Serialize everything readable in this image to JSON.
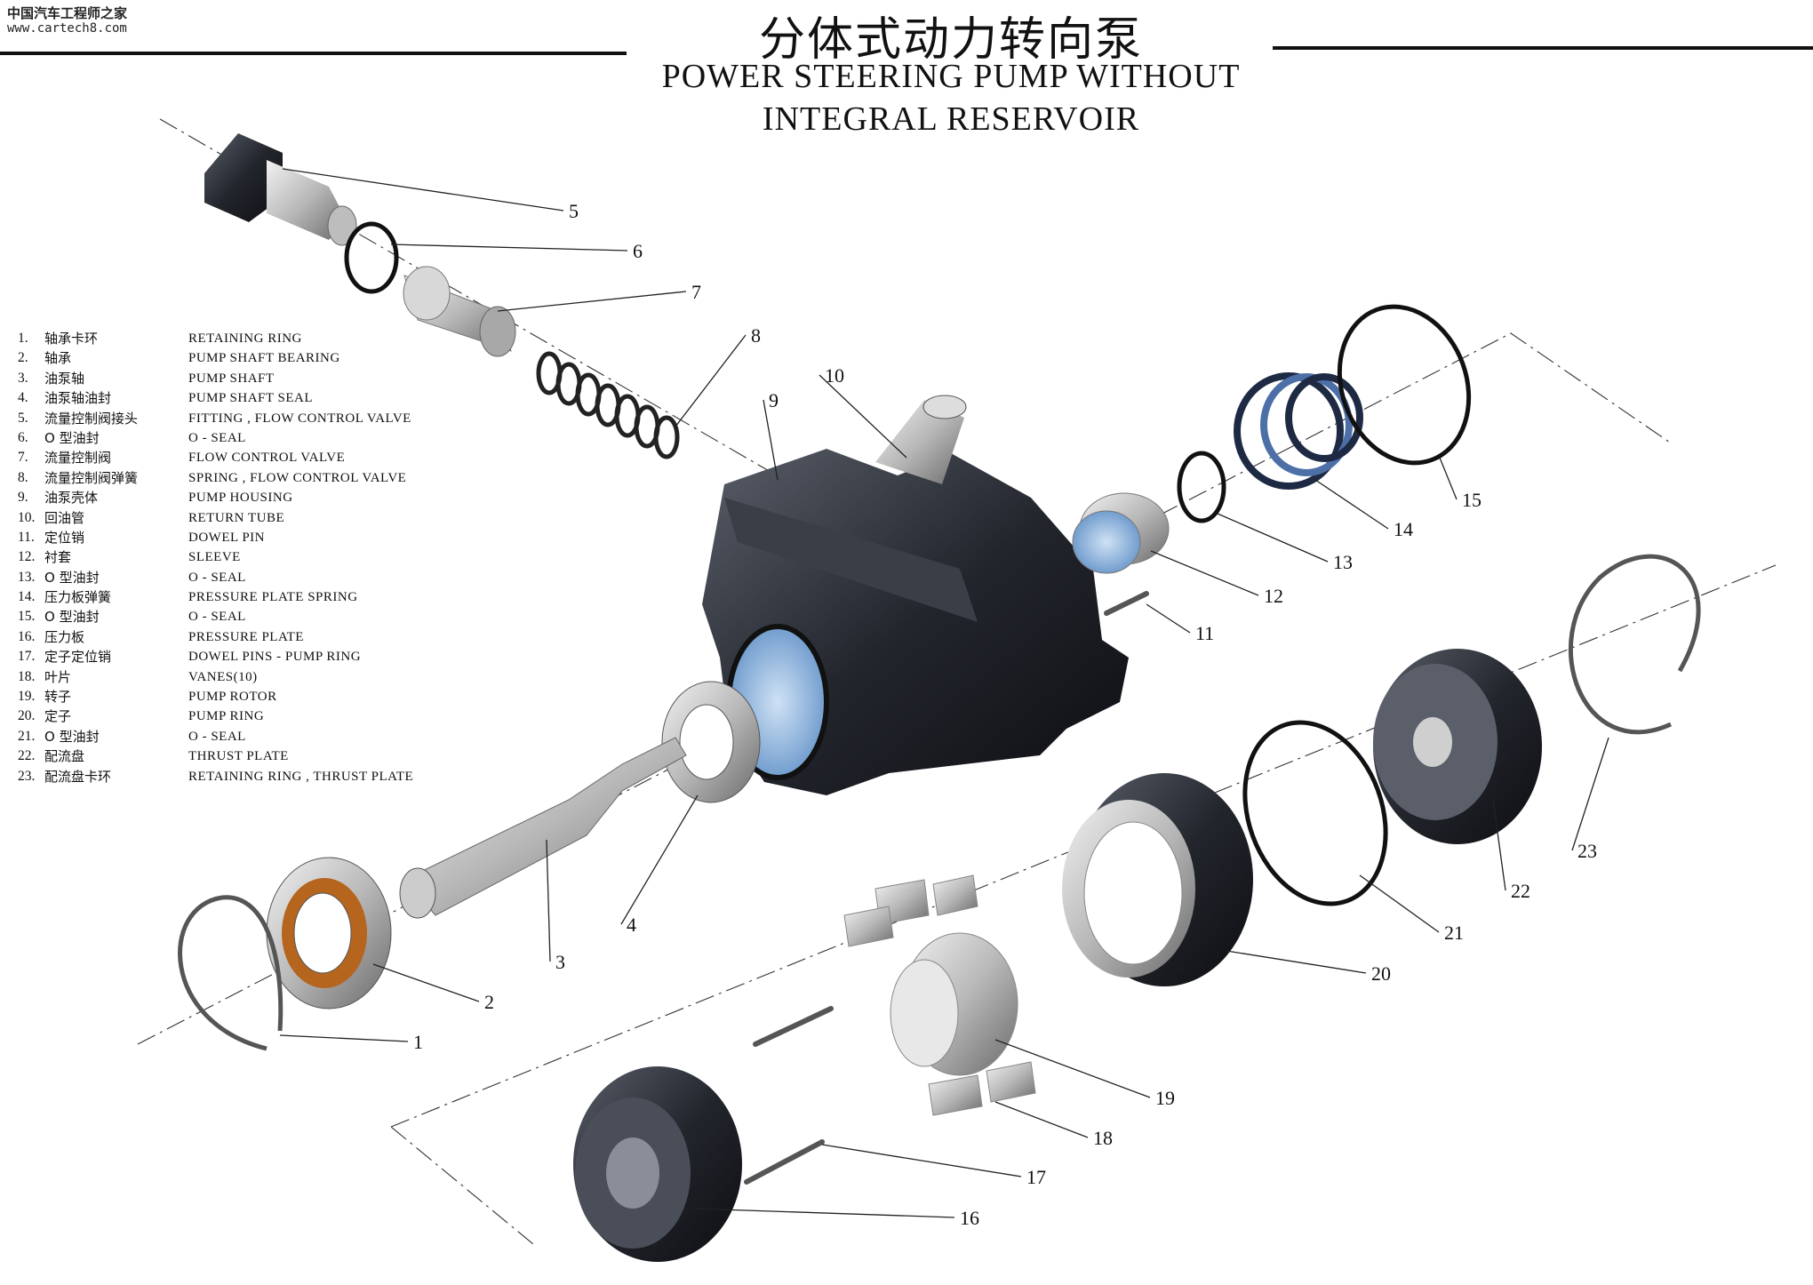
{
  "header": {
    "brand_cn": "中国汽车工程师之家",
    "brand_url": "www.cartech8.com",
    "title_cn": "分体式动力转向泵",
    "title_en_line1": "POWER STEERING PUMP WITHOUT",
    "title_en_line2": "INTEGRAL RESERVOIR"
  },
  "legend": [
    {
      "num": "1.",
      "cn": "轴承卡环",
      "en": "RETAINING RING"
    },
    {
      "num": "2.",
      "cn": "轴承",
      "en": "PUMP SHAFT BEARING"
    },
    {
      "num": "3.",
      "cn": "油泵轴",
      "en": "PUMP SHAFT"
    },
    {
      "num": "4.",
      "cn": "油泵轴油封",
      "en": "PUMP SHAFT SEAL"
    },
    {
      "num": "5.",
      "cn": "流量控制阀接头",
      "en": "FITTING , FLOW CONTROL VALVE"
    },
    {
      "num": "6.",
      "cn": "O 型油封",
      "en": "O - SEAL"
    },
    {
      "num": "7.",
      "cn": "流量控制阀",
      "en": "FLOW CONTROL VALVE"
    },
    {
      "num": "8.",
      "cn": "流量控制阀弹簧",
      "en": "SPRING , FLOW CONTROL VALVE"
    },
    {
      "num": "9.",
      "cn": "油泵壳体",
      "en": "PUMP HOUSING"
    },
    {
      "num": "10.",
      "cn": "回油管",
      "en": "RETURN TUBE"
    },
    {
      "num": "11.",
      "cn": "定位销",
      "en": "DOWEL PIN"
    },
    {
      "num": "12.",
      "cn": "衬套",
      "en": "SLEEVE"
    },
    {
      "num": "13.",
      "cn": "O 型油封",
      "en": "O - SEAL"
    },
    {
      "num": "14.",
      "cn": "压力板弹簧",
      "en": "PRESSURE PLATE SPRING"
    },
    {
      "num": "15.",
      "cn": "O 型油封",
      "en": "O - SEAL"
    },
    {
      "num": "16.",
      "cn": "压力板",
      "en": "PRESSURE PLATE"
    },
    {
      "num": "17.",
      "cn": "定子定位销",
      "en": "DOWEL PINS - PUMP RING"
    },
    {
      "num": "18.",
      "cn": "叶片",
      "en": "VANES(10)"
    },
    {
      "num": "19.",
      "cn": "转子",
      "en": "PUMP ROTOR"
    },
    {
      "num": "20.",
      "cn": "定子",
      "en": "PUMP RING"
    },
    {
      "num": "21.",
      "cn": "O 型油封",
      "en": "O - SEAL"
    },
    {
      "num": "22.",
      "cn": "配流盘",
      "en": "THRUST PLATE"
    },
    {
      "num": "23.",
      "cn": "配流盘卡环",
      "en": "RETAINING RING , THRUST PLATE"
    }
  ],
  "callouts": [
    "1",
    "2",
    "3",
    "4",
    "5",
    "6",
    "7",
    "8",
    "9",
    "10",
    "11",
    "12",
    "13",
    "14",
    "15",
    "16",
    "17",
    "18",
    "19",
    "20",
    "21",
    "22",
    "23"
  ]
}
